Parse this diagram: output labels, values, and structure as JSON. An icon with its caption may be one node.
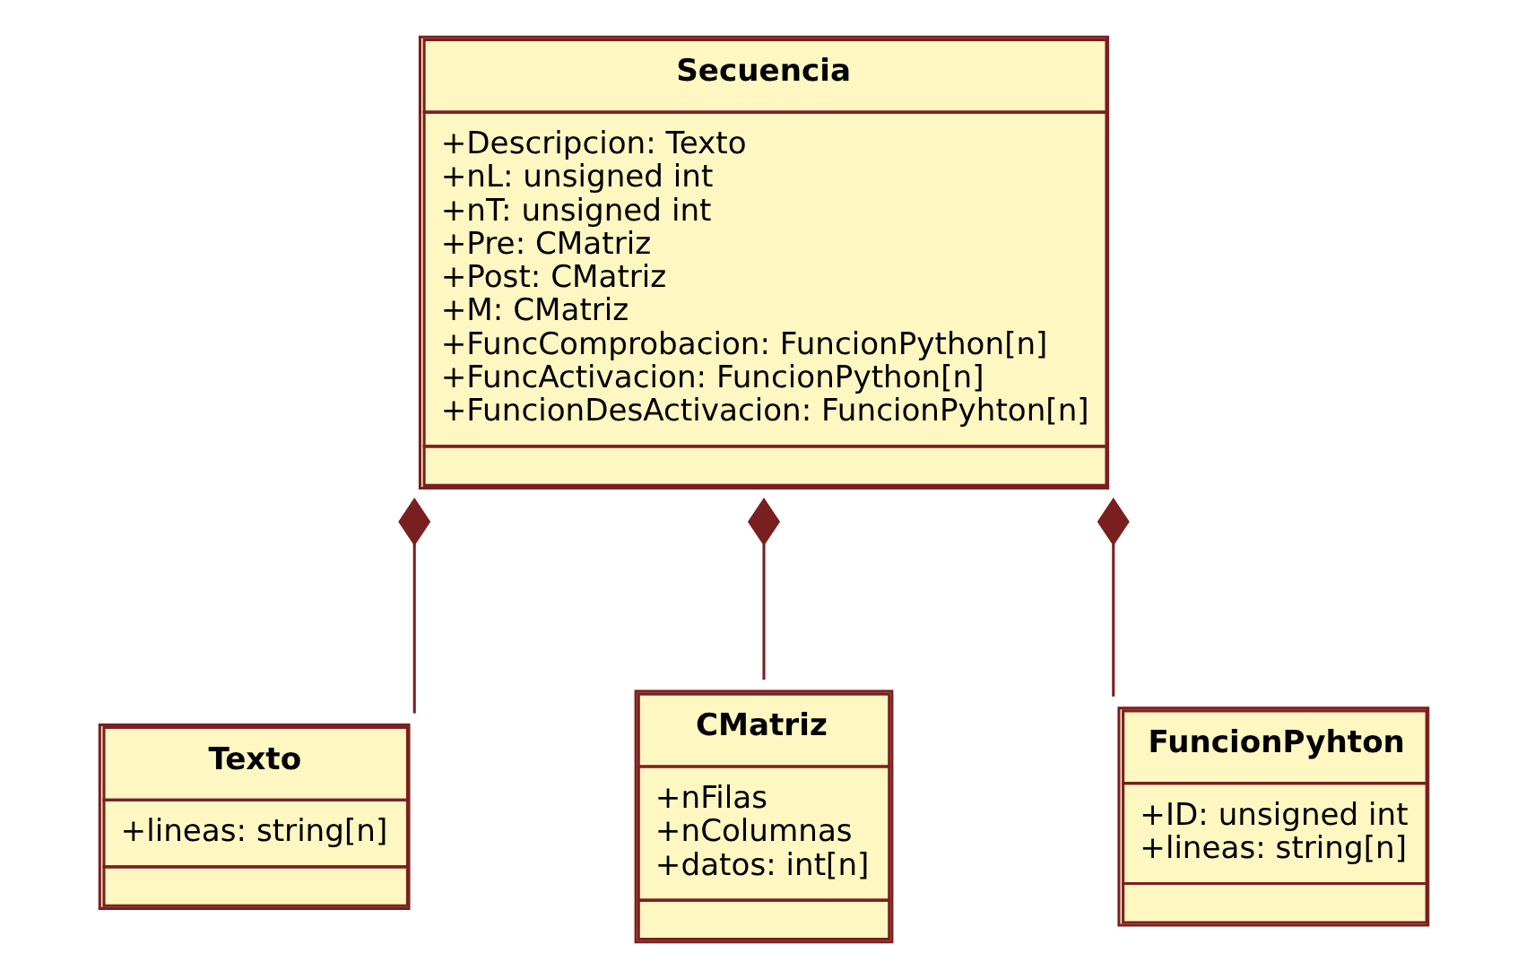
{
  "diagram": {
    "nodes": [
      {
        "text": [
          "Secuencia",
          "+Descripcion: Texto",
          "+nL: unsigned int",
          "+nT: unsigned int",
          "+Pre: CMatriz",
          "+Post: CMatriz",
          "+M: CMatriz",
          "+FuncComprobacion: FuncionPython[n]",
          "+FuncActivacion: FuncionPython[n]",
          "+FuncionDesActivacion: FuncionPyhton[n]"
        ]
      },
      {
        "text": [
          "Texto",
          "+lineas: string[n]"
        ]
      },
      {
        "text": [
          "CMatriz",
          "+nFilas",
          "+nColumnas",
          "+datos: int[n]"
        ]
      },
      {
        "text": [
          "FuncionPyhton",
          "+ID: unsigned int",
          "+lineas: string[n]"
        ]
      }
    ],
    "edges": [
      {
        "from": 0,
        "to": 1,
        "arrow": "other"
      },
      {
        "from": 0,
        "to": 2,
        "arrow": "other"
      },
      {
        "from": 0,
        "to": 3,
        "arrow": "other"
      }
    ]
  }
}
